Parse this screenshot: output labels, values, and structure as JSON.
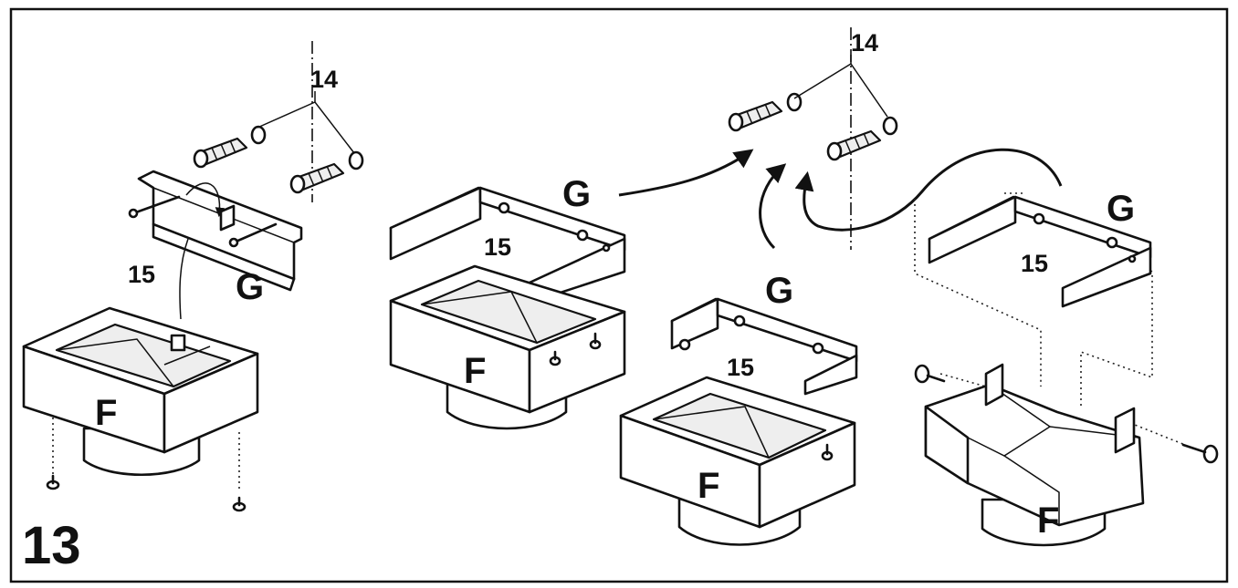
{
  "figure": {
    "number": "13"
  },
  "labels": {
    "part_f": "F",
    "part_g": "G",
    "part_14": "14",
    "part_15": "15"
  }
}
